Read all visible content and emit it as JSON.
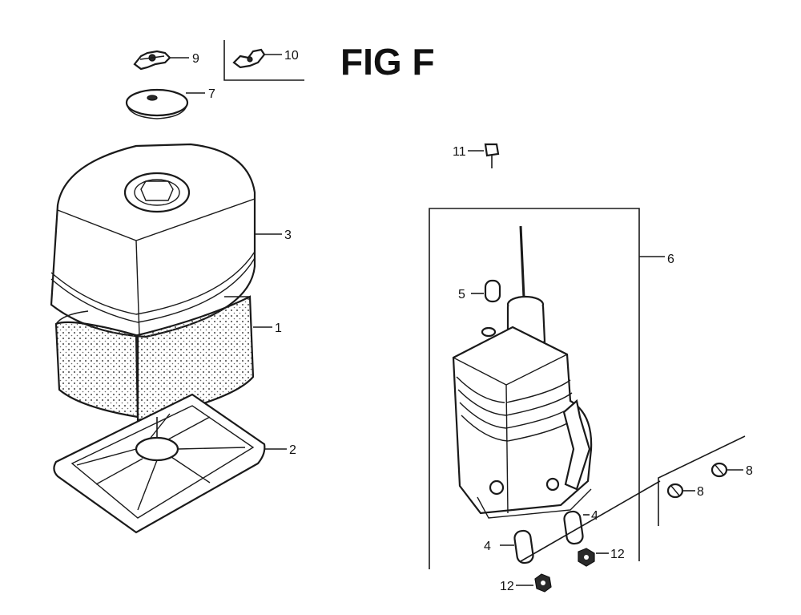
{
  "figure": {
    "title": "FIG F"
  },
  "callouts": {
    "c1": "1",
    "c2": "2",
    "c3": "3",
    "c4a": "4",
    "c4b": "4",
    "c5": "5",
    "c6": "6",
    "c7": "7",
    "c8a": "8",
    "c8b": "8",
    "c9": "9",
    "c10": "10",
    "c11": "11",
    "c12a": "12",
    "c12b": "12"
  },
  "parts": [
    {
      "ref": "1",
      "name": "air-cleaner-foam-element"
    },
    {
      "ref": "2",
      "name": "air-cleaner-base-grid"
    },
    {
      "ref": "3",
      "name": "air-cleaner-cover"
    },
    {
      "ref": "4",
      "name": "collar"
    },
    {
      "ref": "5",
      "name": "collar"
    },
    {
      "ref": "6",
      "name": "air-cleaner-case-assembly"
    },
    {
      "ref": "7",
      "name": "washer-cap"
    },
    {
      "ref": "8",
      "name": "collar"
    },
    {
      "ref": "9",
      "name": "wing-bolt"
    },
    {
      "ref": "10",
      "name": "wing-nut"
    },
    {
      "ref": "11",
      "name": "bolt"
    },
    {
      "ref": "12",
      "name": "nut"
    }
  ]
}
